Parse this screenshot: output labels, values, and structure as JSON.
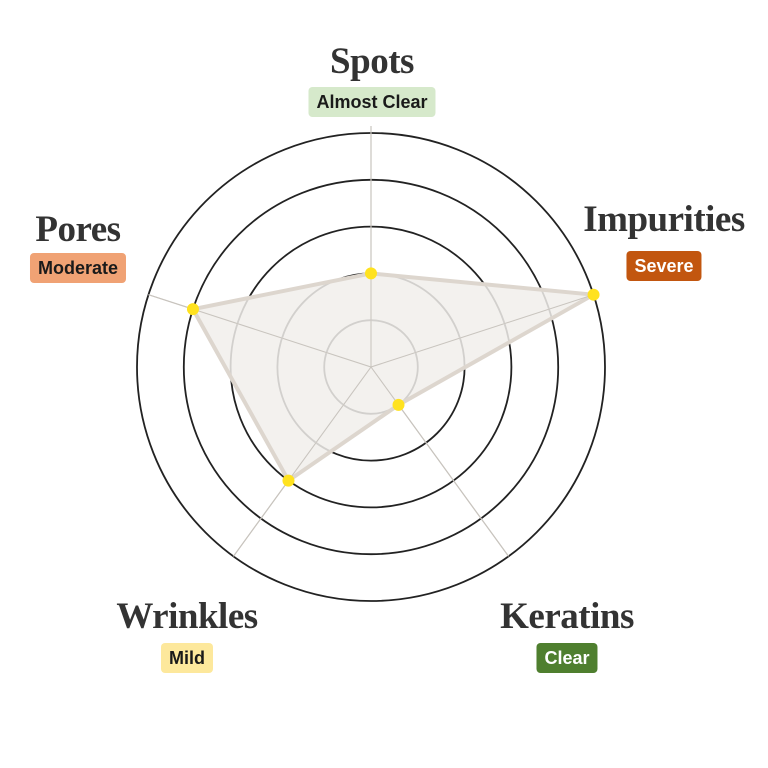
{
  "chart_data": {
    "type": "radar",
    "title": "",
    "scale": [
      0,
      5
    ],
    "rings": [
      1,
      2,
      3,
      4,
      5
    ],
    "axes": [
      {
        "name": "Spots",
        "value": 2,
        "level": "Almost Clear",
        "badge_bg": "#d6e9cb",
        "badge_fg": "#1a1a1a"
      },
      {
        "name": "Impurities",
        "value": 5,
        "level": "Severe",
        "badge_bg": "#c2560f",
        "badge_fg": "#ffffff"
      },
      {
        "name": "Keratins",
        "value": 1,
        "level": "Clear",
        "badge_bg": "#4f7f2f",
        "badge_fg": "#ffffff"
      },
      {
        "name": "Wrinkles",
        "value": 3,
        "level": "Mild",
        "badge_bg": "#fde89c",
        "badge_fg": "#1a1a1a"
      },
      {
        "name": "Pores",
        "value": 4,
        "level": "Moderate",
        "badge_bg": "#f0a274",
        "badge_fg": "#1a1a1a"
      }
    ],
    "colors": {
      "ring": "#222222",
      "spoke": "#c8c4be",
      "fill": "#f1eeeb",
      "outline": "#ddd6ce",
      "point": "#ffe21f"
    }
  }
}
